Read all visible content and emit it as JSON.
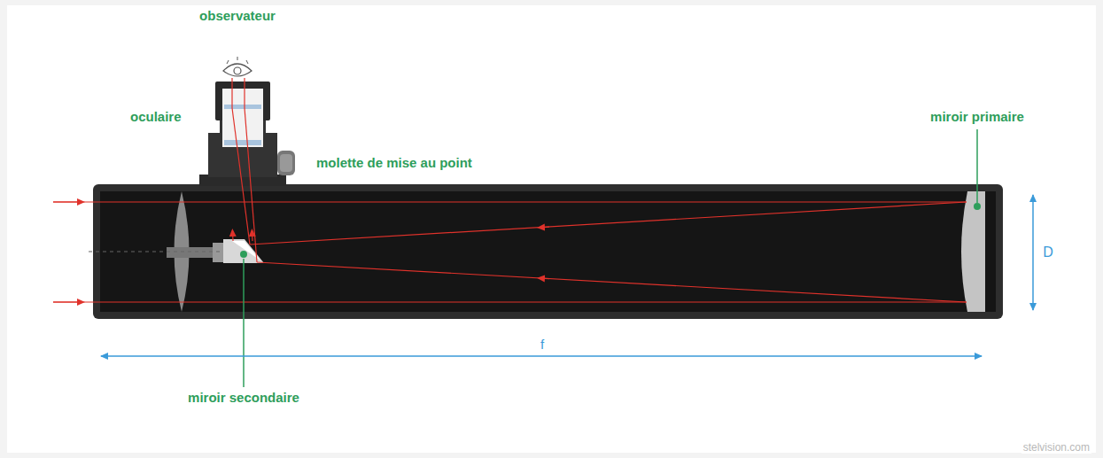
{
  "diagram": {
    "labels": [
      "observateur",
      "oculaire",
      "molette de mise au point",
      "miroir primaire",
      "D",
      "f",
      "miroir secondaire",
      "stelvision.com"
    ]
  }
}
